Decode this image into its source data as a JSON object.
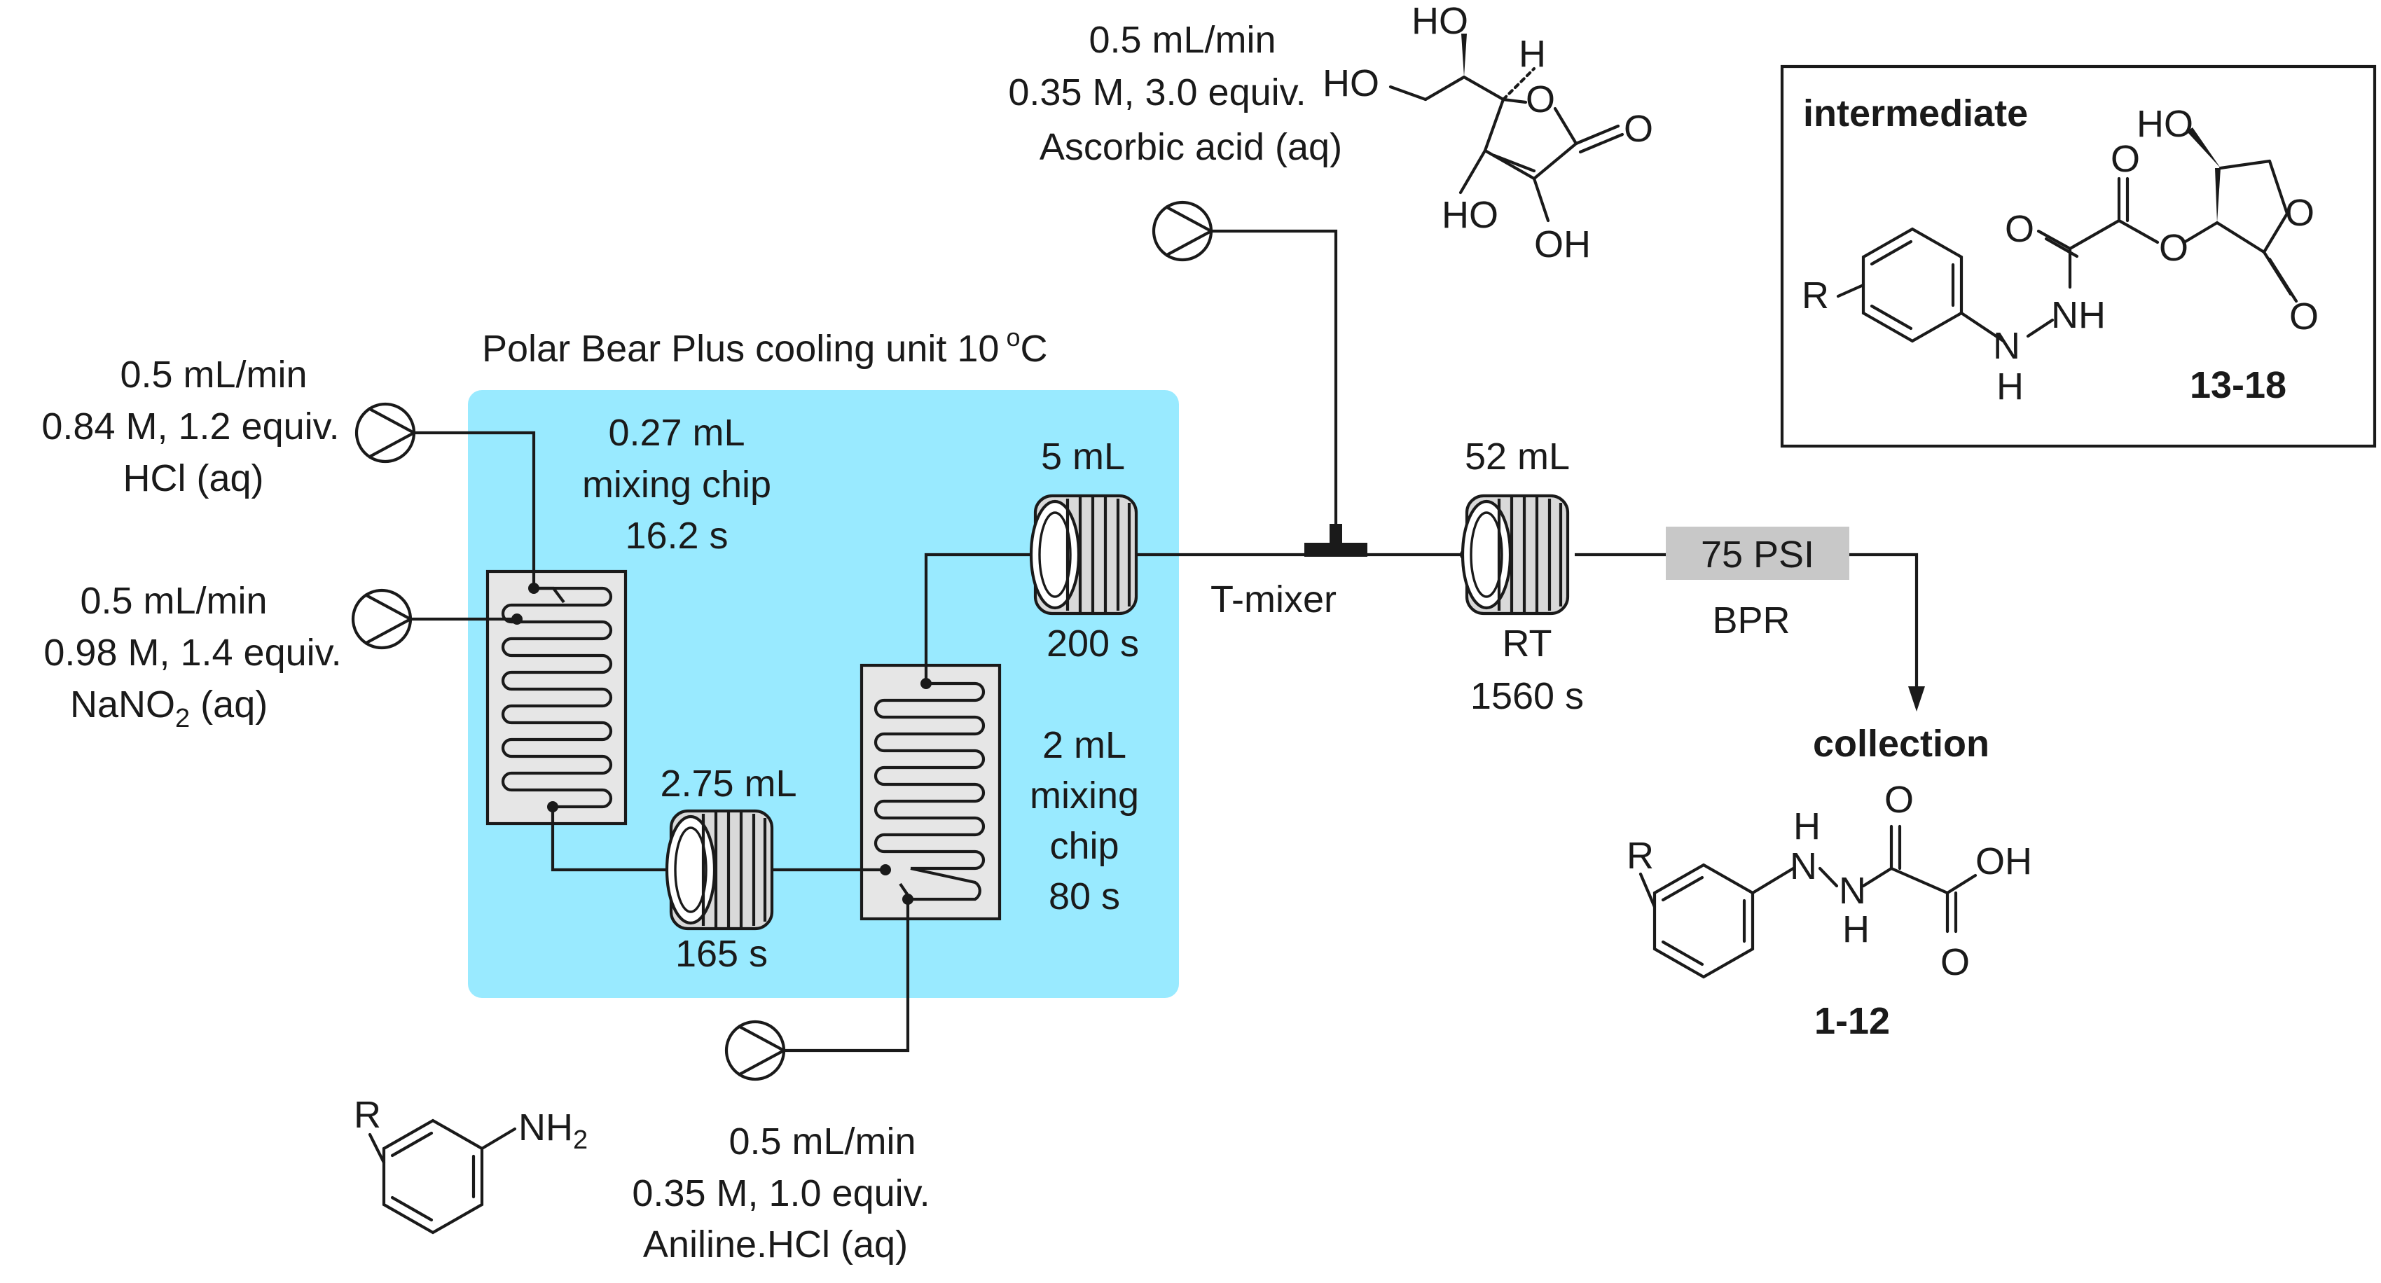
{
  "cooling_unit": {
    "label": "Polar Bear Plus cooling unit 10",
    "unit_sup": "o",
    "unit_c": "C",
    "fill": "#99eaff"
  },
  "pumps": {
    "hcl": {
      "rate": "0.5 mL/min",
      "conc": "0.84 M, 1.2 equiv.",
      "reagent": "HCl (aq)"
    },
    "nitrite": {
      "rate": "0.5 mL/min",
      "conc": "0.98 M, 1.4 equiv.",
      "reagent_main": "NaNO",
      "reagent_sub": "2",
      "reagent_tail": " (aq)"
    },
    "aniline": {
      "rate": "0.5 mL/min",
      "conc": "0.35 M, 1.0 equiv.",
      "reagent": "Aniline.HCl (aq)"
    },
    "ascorbic": {
      "rate": "0.5 mL/min",
      "conc": "0.35 M, 3.0 equiv.",
      "reagent": "Ascorbic acid (aq)"
    }
  },
  "chip1": {
    "volume": "0.27 mL",
    "name": "mixing chip",
    "time": "16.2 s"
  },
  "coil1": {
    "volume": "2.75 mL",
    "time": "165 s"
  },
  "chip2": {
    "volume": "2 mL",
    "name1": "mixing",
    "name2": "chip",
    "time": "80 s"
  },
  "coil2": {
    "volume": "5 mL",
    "time": "200 s"
  },
  "tmixer": {
    "label": "T-mixer"
  },
  "coil3": {
    "volume": "52 mL",
    "temp": "RT",
    "time": "1560 s"
  },
  "bpr": {
    "value": "75 PSI",
    "label": "BPR",
    "fill": "#c8c8c8"
  },
  "collection": {
    "label": "collection"
  },
  "intermediate": {
    "title": "intermediate",
    "compound": "13-18"
  },
  "product": {
    "compound": "1-12"
  },
  "atoms": {
    "R": "R",
    "NH2_main": "NH",
    "NH2_sub": "2",
    "HO": "HO",
    "H": "H",
    "O": "O",
    "OH": "OH",
    "NH": "NH",
    "N": "N"
  }
}
